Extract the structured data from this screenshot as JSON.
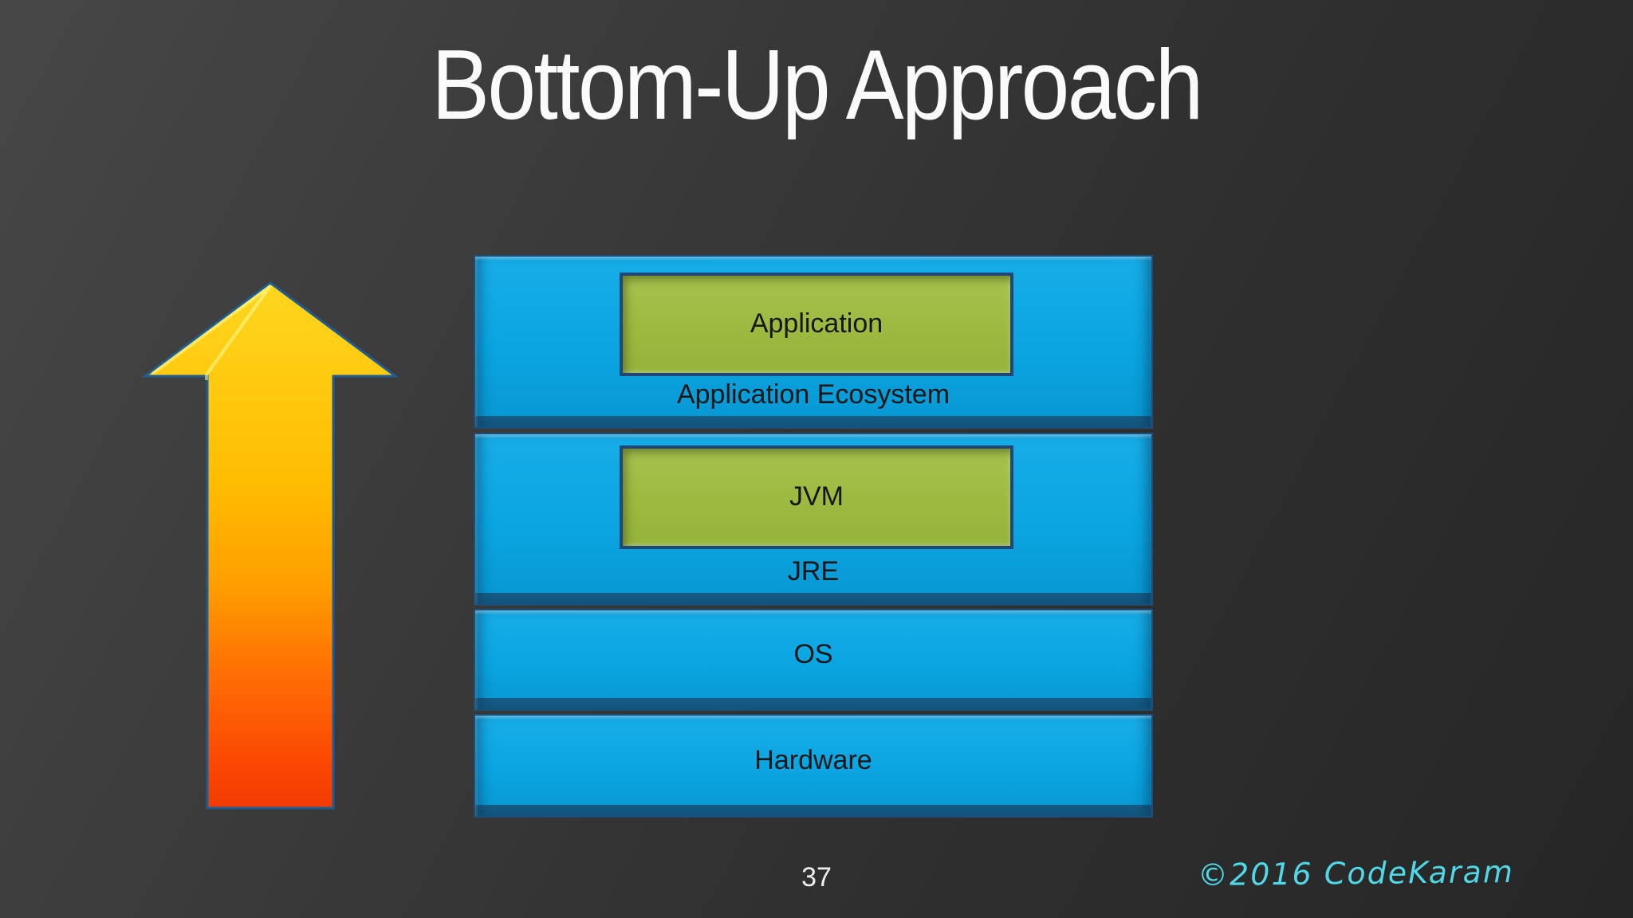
{
  "slide": {
    "title": "Bottom-Up Approach",
    "page_number": "37",
    "credit": "©2016 CodeKaram"
  },
  "stack": {
    "layers": [
      {
        "container_label": "Application Ecosystem",
        "inner_label": "Application"
      },
      {
        "container_label": "JRE",
        "inner_label": "JVM"
      },
      {
        "container_label": "OS"
      },
      {
        "container_label": "Hardware"
      }
    ]
  },
  "arrow": {
    "direction": "up",
    "meaning": "bottom-up traversal of the stack"
  },
  "colors": {
    "layer_fill": "#0aa5e2",
    "layer_edge": "#1a4f7c",
    "inner_fill": "#9cba3f",
    "inner_edge": "#1f4878",
    "arrow_top": "#ffd61f",
    "arrow_bottom": "#f23b02",
    "credit_text": "#4fd8e6",
    "title_text": "#fafafa",
    "background": "#2e2e2e"
  }
}
